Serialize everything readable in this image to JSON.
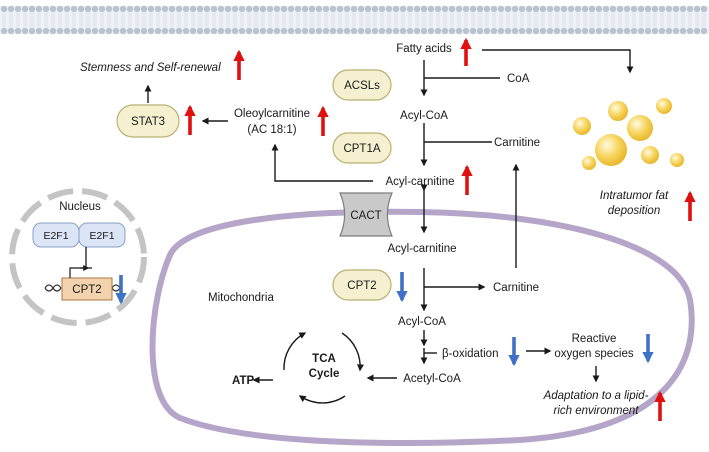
{
  "colors": {
    "membrane": "#b9c3d0",
    "mito_membrane": "#b5a6c9",
    "enzyme_fill": "#f5f1d0",
    "enzyme_stroke": "#b8b070",
    "e2f1_fill": "#dbe5f5",
    "e2f1_stroke": "#8aa0c8",
    "cpt2_gene_fill": "#f2d3ad",
    "up_arrow": "#e01010",
    "down_arrow": "#3f72c4",
    "fat": "#f5c842",
    "cact": "#c9c9c9",
    "nucleus": "#c4c4c4"
  },
  "labels": {
    "fatty_acids": "Fatty acids",
    "coa": "CoA",
    "acsls": "ACSLs",
    "acyl_coa_top": "Acyl-CoA",
    "carnitine_top": "Carnitine",
    "cpt1a": "CPT1A",
    "acyl_carnitine_top": "Acyl-carnitine",
    "oleoylcarnitine": "Oleoylcarnitine",
    "ac181": "(AC 18:1)",
    "stat3": "STAT3",
    "stemness": "Stemness and Self-renewal",
    "intratumor_1": "Intratumor fat",
    "intratumor_2": "deposition",
    "cact": "CACT",
    "nucleus": "Nucleus",
    "e2f1_a": "E2F1",
    "e2f1_b": "E2F1",
    "cpt2_gene": "CPT2",
    "mitochondria": "Mitochondria",
    "acyl_carnitine_mito": "Acyl-carnitine",
    "cpt2": "CPT2",
    "carnitine_mito": "Carnitine",
    "acyl_coa_mito": "Acyl-CoA",
    "beta_ox": "β-oxidation",
    "ros_1": "Reactive",
    "ros_2": "oxygen species",
    "tca_1": "TCA",
    "tca_2": "Cycle",
    "acetyl_coa": "Acetyl-CoA",
    "atp": "ATP",
    "adapt_1": "Adaptation to a lipid-",
    "adapt_2": "rich environment"
  }
}
